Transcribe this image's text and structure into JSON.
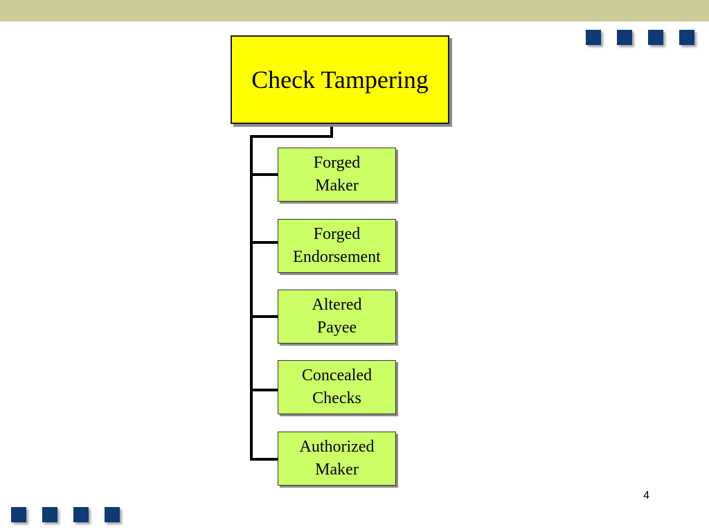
{
  "root": {
    "label": "Check Tampering"
  },
  "children": [
    {
      "label": "Forged\nMaker"
    },
    {
      "label": "Forged\nEndorsement"
    },
    {
      "label": "Altered\nPayee"
    },
    {
      "label": "Concealed\nChecks"
    },
    {
      "label": "Authorized\nMaker"
    }
  ],
  "page_number": "4",
  "colors": {
    "top_band": "#cccc99",
    "square": "#0f3a73",
    "root_fill": "#ffff00",
    "child_fill": "#ccff66"
  }
}
